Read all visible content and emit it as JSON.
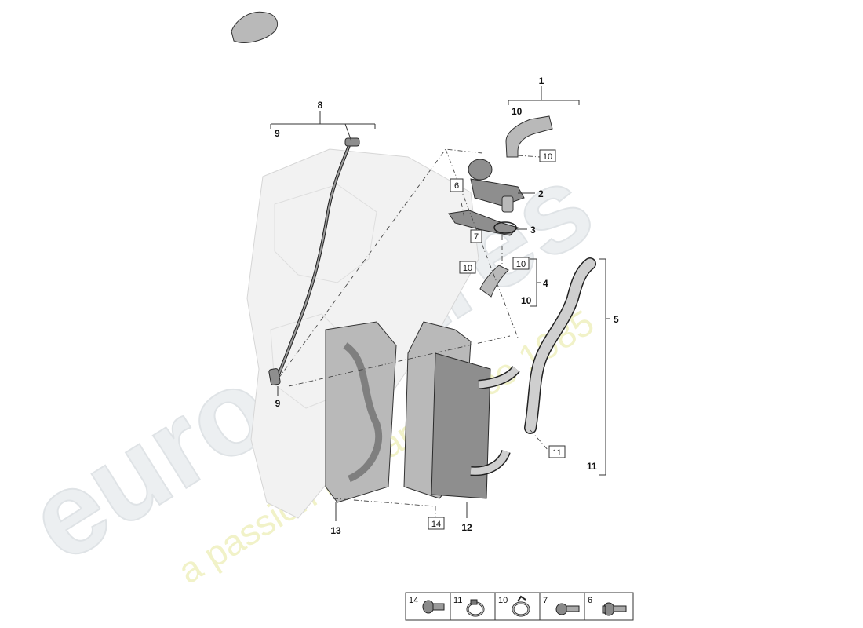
{
  "watermark": {
    "brand": "eurospares",
    "tagline": "a passion for parts since 1985"
  },
  "labels": [
    {
      "id": "label-1",
      "text": "1"
    },
    {
      "id": "label-10-top",
      "text": "10"
    },
    {
      "id": "label-2",
      "text": "2"
    },
    {
      "id": "label-3",
      "text": "3"
    },
    {
      "id": "label-4",
      "text": "4"
    },
    {
      "id": "label-10-mid",
      "text": "10"
    },
    {
      "id": "label-5",
      "text": "5"
    },
    {
      "id": "label-11",
      "text": "11"
    },
    {
      "id": "label-8",
      "text": "8"
    },
    {
      "id": "label-9-top",
      "text": "9"
    },
    {
      "id": "label-9-bottom",
      "text": "9"
    },
    {
      "id": "label-12",
      "text": "12"
    },
    {
      "id": "label-13",
      "text": "13"
    }
  ],
  "boxed_labels": [
    {
      "id": "boxed-10-a",
      "text": "10"
    },
    {
      "id": "boxed-6",
      "text": "6"
    },
    {
      "id": "boxed-7",
      "text": "7"
    },
    {
      "id": "boxed-10-b",
      "text": "10"
    },
    {
      "id": "boxed-10-c",
      "text": "10"
    },
    {
      "id": "boxed-11",
      "text": "11"
    },
    {
      "id": "boxed-14",
      "text": "14"
    }
  ],
  "hardware_table": [
    {
      "number": "14",
      "icon": "flange-bolt-icon"
    },
    {
      "number": "11",
      "icon": "hose-clamp-icon"
    },
    {
      "number": "10",
      "icon": "spring-clamp-icon"
    },
    {
      "number": "7",
      "icon": "screw-icon"
    },
    {
      "number": "6",
      "icon": "collar-bolt-icon"
    }
  ]
}
